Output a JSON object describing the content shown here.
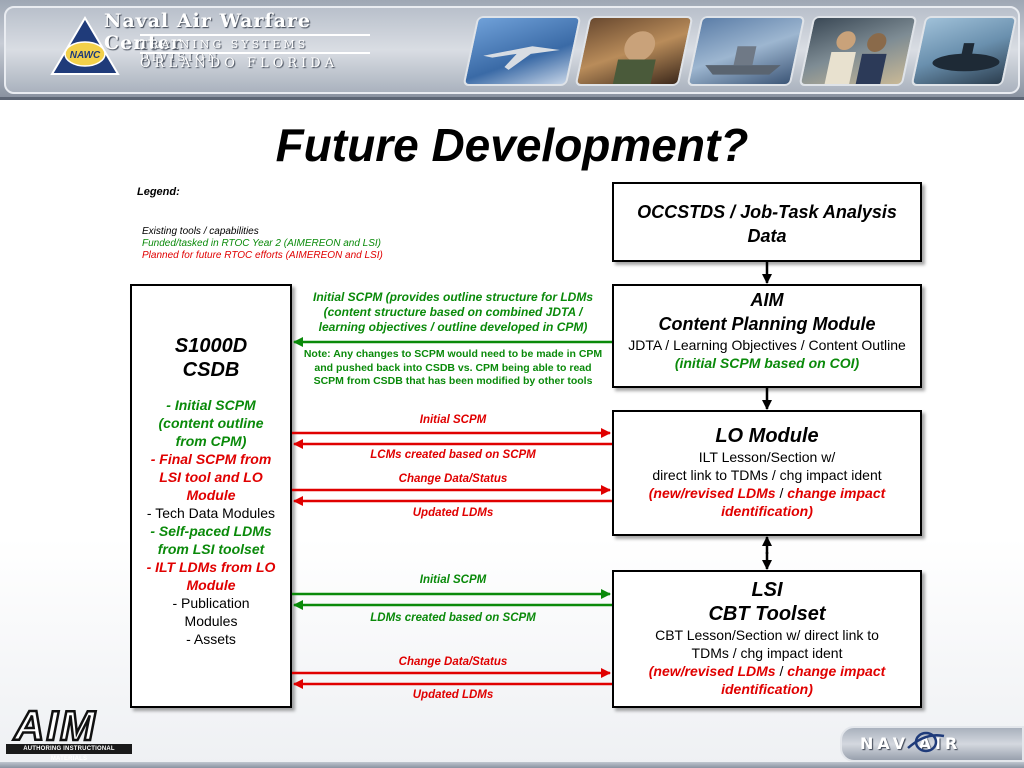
{
  "header": {
    "org_name": "Naval Air Warfare Center",
    "division": "TRAINING SYSTEMS DIVISION",
    "location": "ORLANDO FLORIDA",
    "logo_text": "NAWC"
  },
  "slide": {
    "title": "Future Development?"
  },
  "legend": {
    "label": "Legend:",
    "existing": "Existing tools / capabilities",
    "funded": "Funded/tasked in RTOC Year 2 (AIMEREON and LSI)",
    "planned": "Planned for future RTOC efforts  (AIMEREON and LSI)"
  },
  "occ_box": {
    "line1": "OCCSTDS / Job-Task Analysis",
    "line2": "Data"
  },
  "aim_box": {
    "title": "AIM",
    "subtitle": "Content Planning Module",
    "desc": "JDTA / Learning Objectives / Content Outline",
    "green": "(initial SCPM based on COI)"
  },
  "lo_box": {
    "title": "LO Module",
    "line1": "ILT Lesson/Section w/",
    "line2": "direct link to TDMs / chg impact ident",
    "red1": "(new/revised LDMs",
    "slash": " / ",
    "red2": "change impact identification)"
  },
  "lsi_box": {
    "title": "LSI",
    "subtitle": "CBT Toolset",
    "line1": "CBT Lesson/Section w/ direct link to",
    "line2": "TDMs / chg impact ident",
    "red1": "(new/revised LDMs",
    "slash": " / ",
    "red2": "change impact identification)"
  },
  "s1000d_box": {
    "title1": "S1000D",
    "title2": "CSDB",
    "item1_green": "-  Initial SCPM (content outline from CPM)",
    "item2_red_a": "- Final SCPM from LSI tool",
    "item2_red_b": "and LO Module",
    "item3": "- Tech Data Modules",
    "item4_green": "- Self-paced LDMs from LSI toolset",
    "item5_red": "- ILT LDMs from LO Module",
    "item6": "- Publication Modules",
    "item7": "- Assets"
  },
  "notes": {
    "initial_scpm_note": "Initial SCPM (provides outline structure for LDMs (content structure based on combined JDTA / learning objectives / outline developed in CPM)",
    "change_note": "Note:  Any changes to SCPM would need to be made in CPM and pushed back into CSDB vs. CPM being able to read SCPM from CSDB that has been modified by other tools"
  },
  "arrow_labels": {
    "lo_initial_scpm": "Initial SCPM",
    "lo_lcms": "LCMs created based on SCPM",
    "lo_change": "Change Data/Status",
    "lo_updated": "Updated LDMs",
    "lsi_initial_scpm": "Initial SCPM",
    "lsi_ldms": "LDMs created based on SCPM",
    "lsi_change": "Change Data/Status",
    "lsi_updated": "Updated LDMs"
  },
  "footer": {
    "aim_logo": "AIM",
    "aim_sub": "AUTHORING INSTRUCTIONAL MATERIALS",
    "navair": "NAV AIR"
  },
  "colors": {
    "red": "#e00000",
    "green": "#0a8a0a",
    "black": "#000000"
  }
}
